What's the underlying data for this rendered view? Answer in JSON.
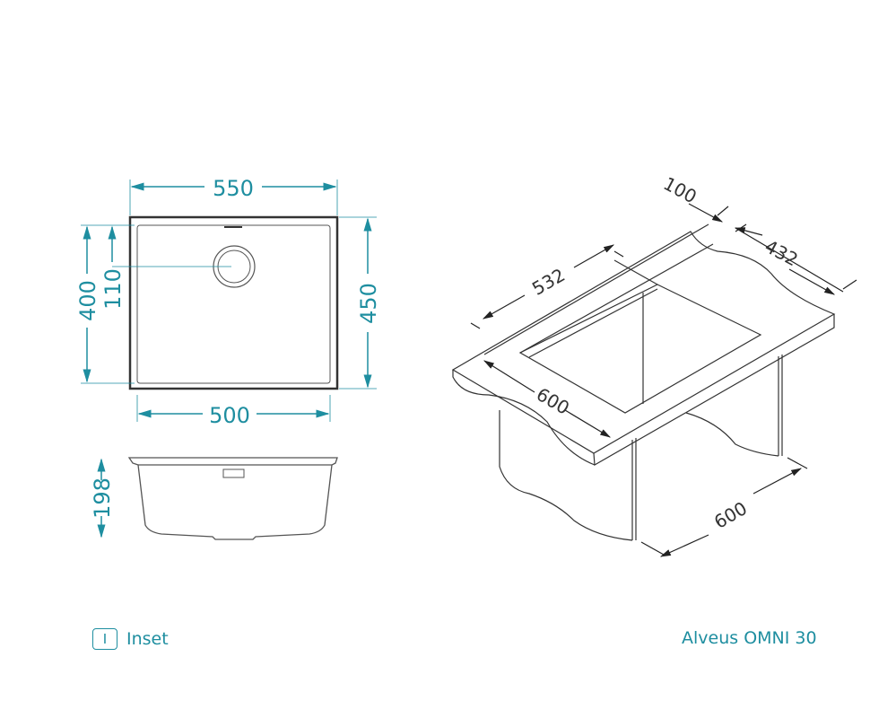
{
  "colors": {
    "accent": "#1e8ea0",
    "line": "#333333"
  },
  "top_view": {
    "width_outer": "550",
    "width_inner": "500",
    "depth_outer": "450",
    "depth_inner": "400",
    "drain_offset": "110"
  },
  "side_view": {
    "height": "198"
  },
  "iso_view": {
    "back_gap": "100",
    "cutout_depth": "432",
    "cutout_width": "532",
    "counter_width": "600",
    "cabinet_width": "600"
  },
  "legend": {
    "icon_letter": "I",
    "label": "Inset"
  },
  "model_name": "Alveus OMNI 30"
}
